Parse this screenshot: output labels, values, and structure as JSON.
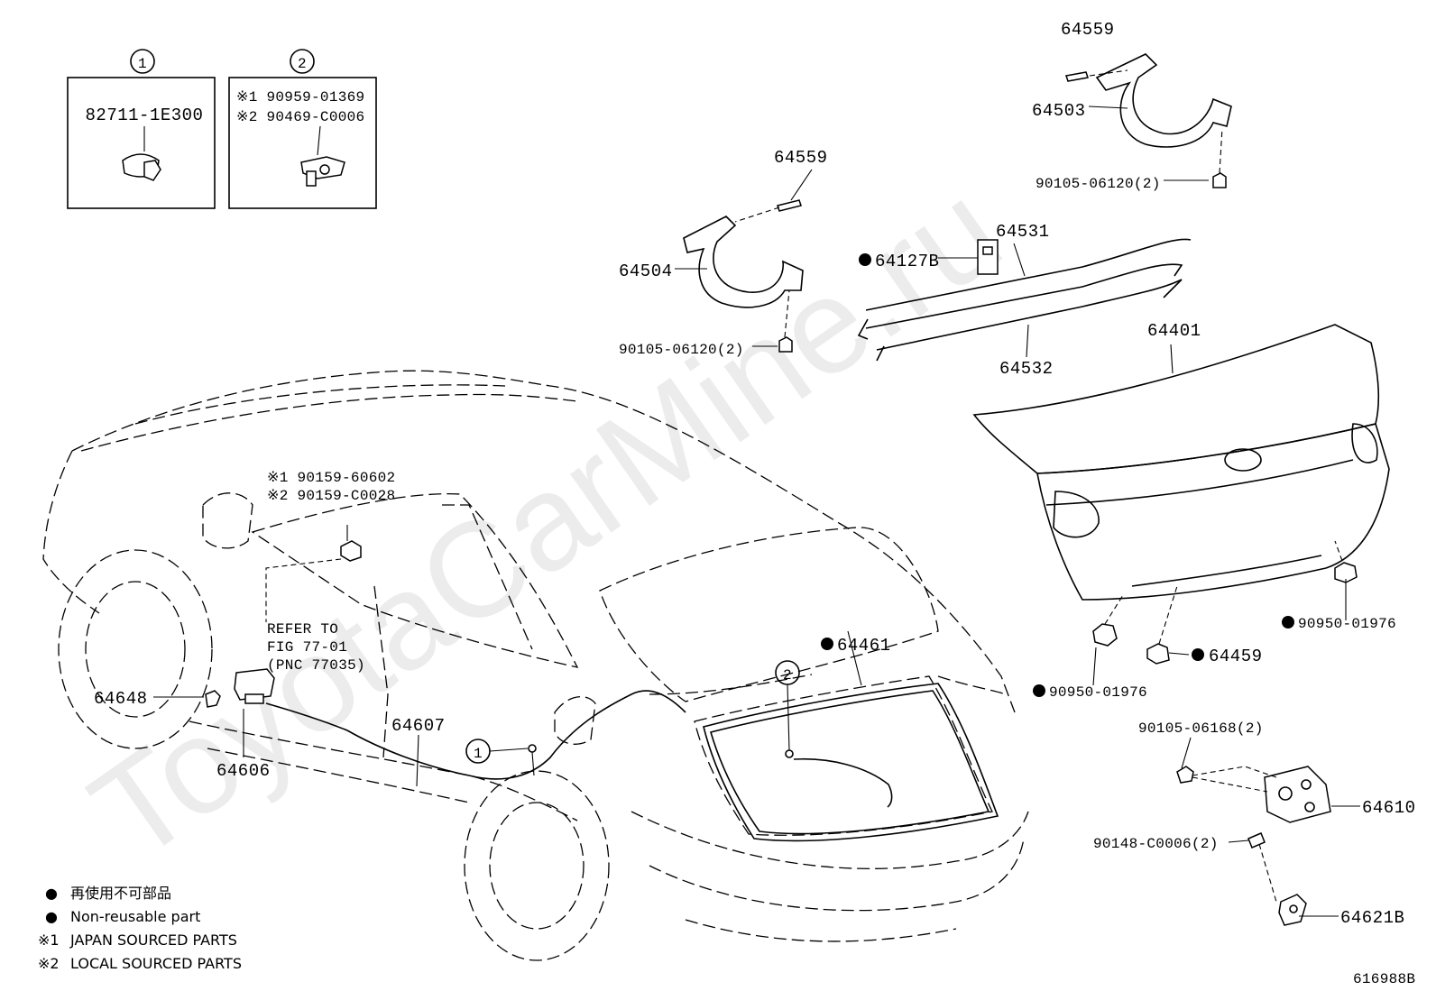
{
  "diagram": {
    "watermark": "ToyotaCarMine.ru",
    "figure_code": "616988B",
    "insets": [
      {
        "circle": "1",
        "lines": [
          "82711-1E300"
        ]
      },
      {
        "circle": "2",
        "lines": [
          "※1 90959-01369",
          "※2 90469-C0006"
        ]
      }
    ],
    "callouts": {
      "c64559_top": "64559",
      "c64503": "64503",
      "c90105_06120_top": "90105-06120(2)",
      "c64559_mid": "64559",
      "c64504": "64504",
      "c90105_06120_mid": "90105-06120(2)",
      "c64127B": "64127B",
      "c64531": "64531",
      "c64532": "64532",
      "c64401": "64401",
      "c90159_1": "※1 90159-60602",
      "c90159_2": "※2 90159-C0028",
      "refer_1": "REFER TO",
      "refer_2": "FIG 77-01",
      "refer_3": "(PNC 77035)",
      "c64461": "64461",
      "c64648": "64648",
      "c64606": "64606",
      "c64607": "64607",
      "c90950_right": "90950-01976",
      "c64459": "64459",
      "c90950_left": "90950-01976",
      "c90105_06168": "90105-06168(2)",
      "c64610": "64610",
      "c90148": "90148-C0006(2)",
      "c64621B": "64621B",
      "circle_1": "1",
      "circle_2": "2"
    },
    "legend": [
      {
        "mark": "●",
        "text": "再使用不可部品"
      },
      {
        "mark": "●",
        "text": "Non-reusable part"
      },
      {
        "mark": "※1",
        "text": "JAPAN SOURCED PARTS"
      },
      {
        "mark": "※2",
        "text": "LOCAL SOURCED PARTS"
      }
    ]
  }
}
